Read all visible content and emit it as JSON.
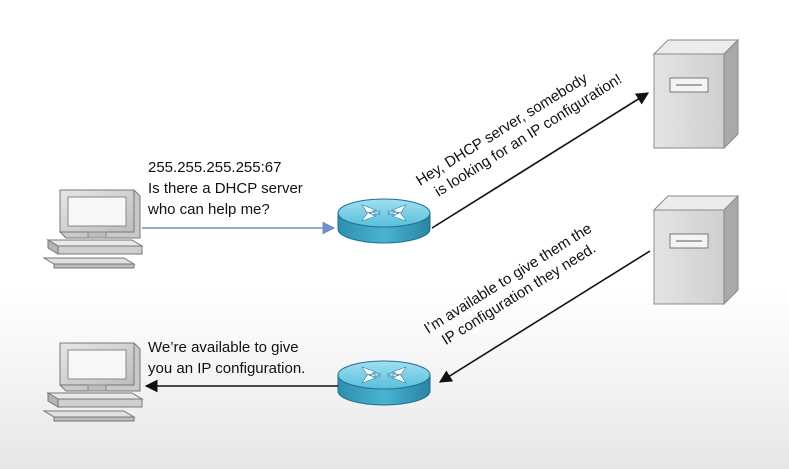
{
  "request": {
    "address": "255.255.255.255:67",
    "line1": "Is there a DHCP server",
    "line2": "who can help me?"
  },
  "relay_to_server": {
    "line1": "Hey, DHCP server, somebody",
    "line2": "is looking for an IP configuration!"
  },
  "server_reply": {
    "line1": "I’m available to give them the",
    "line2": "IP configuration they need."
  },
  "reply_to_client": {
    "line1": "We’re available to give",
    "line2": "you an IP configuration."
  },
  "colors": {
    "request_arrow": "#6e8fc9",
    "other_arrows": "#111111",
    "router_body": "#3fa8c9",
    "router_top": "#7fd0e6",
    "server_body": "#d6d6d6",
    "computer_body": "#d9d9d9"
  }
}
